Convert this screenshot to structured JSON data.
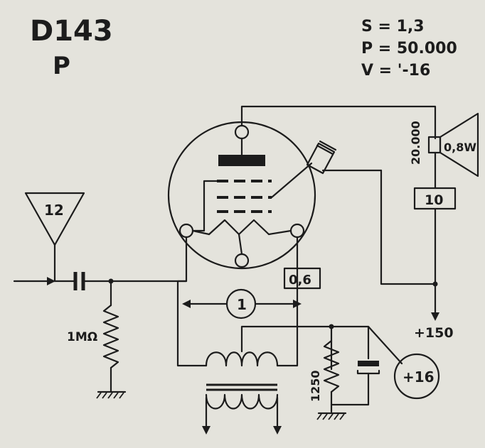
{
  "title": "D143",
  "subtitle": "P",
  "specs": [
    "S = 1,3",
    "P = 50.000",
    "V = '-16"
  ],
  "labels": {
    "antenna": "12",
    "grid_resistor": "1MΩ",
    "filament_voltage": "0,6",
    "filament_current": "1",
    "speaker_impedance": "20.000",
    "speaker_power": "0,8W",
    "anode_current": "10",
    "supply": "+150",
    "cathode_resistor": "1250",
    "bias": "+16"
  }
}
